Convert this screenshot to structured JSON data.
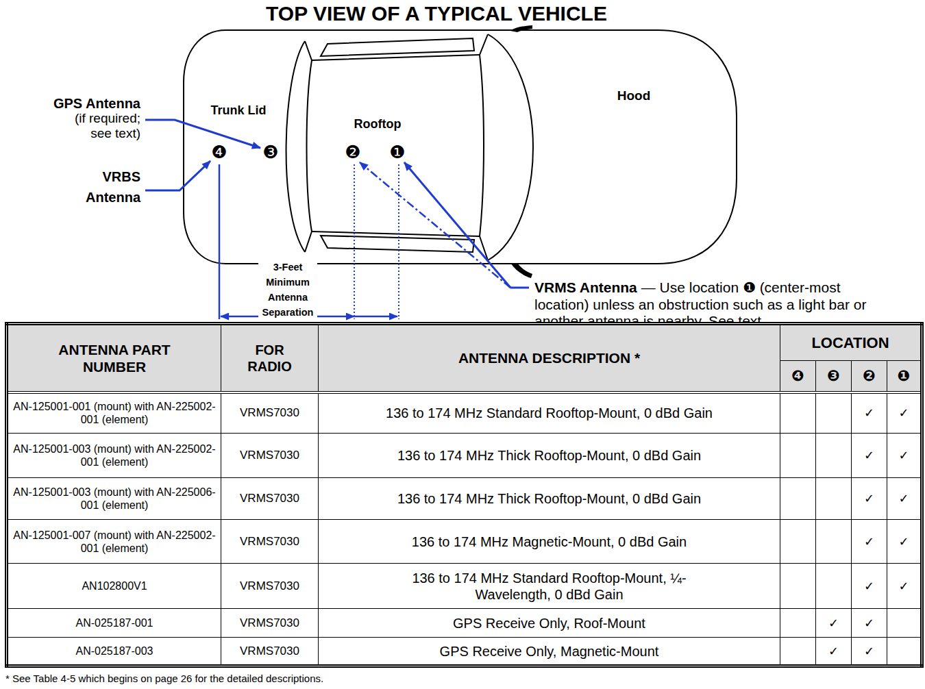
{
  "diagram": {
    "title": "TOP VIEW OF A TYPICAL VEHICLE",
    "labels": [
      "Hood",
      "Trunk Lid",
      "Rooftop",
      "GPS Antenna",
      "(if required; see text)",
      "VRBS Antenna",
      "❹",
      "❸",
      "❷",
      "❶",
      "3-Feet Minimum Antenna Separation",
      "VRMS Antenna",
      "— Use location ❶ (center-most location) unless an obstruction such as a light bar or another antenna is nearby. See text.",
      "ANTENNA PART NUMBER",
      "FOR RADIO",
      "ANTENNA DESCRIPTION *",
      "LOCATION",
      "❹",
      "❸",
      "❷",
      "❶",
      "AN-125001-001 (mount) with AN-225002-001 (element)",
      "VRMS7030",
      "136 to 174 MHz Standard Rooftop-Mount, 0 dBd Gain",
      "✓",
      "✓",
      "AN-125001-003 (mount) with AN-225002-001 (element)",
      "VRMS7030",
      "136 to 174 MHz Thick Rooftop-Mount, 0 dBd Gain",
      "✓",
      "✓",
      "AN-125001-003 (mount) with AN-225006-001 (element)",
      "VRMS7030",
      "136 to 174 MHz Thick Rooftop-Mount, 0 dBd Gain",
      "✓",
      "✓",
      "AN-125001-007 (mount) with AN-225002-001 (element)",
      "VRMS7030",
      "136 to 174 MHz Magnetic-Mount, 0 dBd Gain",
      "✓",
      "✓",
      "AN102800V1",
      "VRMS7030",
      "136 to 174 MHz Standard Rooftop-Mount, ¼-Wavelength, 0 dBd Gain",
      "✓",
      "✓",
      "AN-025187-001",
      "VRMS7030",
      "GPS Receive Only, Roof-Mount",
      "✓",
      "✓",
      "AN-025187-003",
      "VRMS7030",
      "GPS Receive Only, Magnetic-Mount",
      "✓",
      "✓",
      "* See Table 4-5 which begins on page 26 for the detailed descriptions."
    ]
  }
}
